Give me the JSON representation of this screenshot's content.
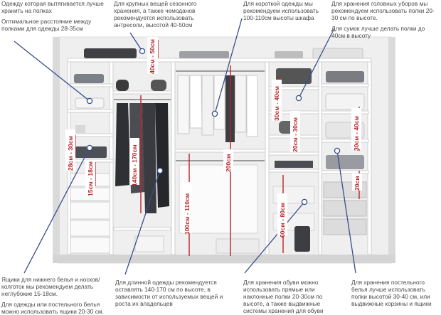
{
  "notes": {
    "top_left": [
      "Одежду которая вытягивается лучше хранить на полках",
      "Оптимальное расстояние между полками для одежды 28-35см"
    ],
    "top_center_left": "Для крупных вещей сезонного хранения, а также чемоданов рекомендуется использовать антресоли, высотой 40-50см",
    "top_center": "Для короткой одежды мы рекомендуем использовать 100-110см высоты шкафа",
    "top_right": [
      "Для хранения головных уборов мы рекомендуем использовать полки 20-30 см по высоте.",
      "Для сумок лучше делать полки до 40см в высоту"
    ],
    "bottom_left": [
      "Ящики для нижнего белья и носков/колготок мы рекомендуем делать неглубокие 15-18см.",
      "Для одежды или постельного белья можно использовать ящики 20-30 см."
    ],
    "bottom_center_left": "Для длинной одежды рекомендуется оставлять 140-170 см по высоте, в зависимости от используемых вещей и роста их владельцев",
    "bottom_center_right": "Для хранения обуви можно использовать прямые или наклонные полки 20-30см по высоте, а также выдвижные системы хранения для обуви",
    "bottom_right": "Для хранения постельного белья лучше использовать полки высотой 30-40 см, или выдвижные корзины и ящики"
  },
  "dimensions": {
    "mezzanine": "40см - 50см",
    "shelves_left": "28см - 30см",
    "drawers": "15см - 18см",
    "long_hanging": "140см - 170см",
    "full_height": "200см",
    "short_hanging": "100см - 110см",
    "shelf_center_upper": "30см - 40см",
    "shelf_center_mid": "20см - 30см",
    "shoes": "60см - 80см",
    "shelf_right_upper": "30см - 40см",
    "shelf_right_lower": "20см"
  },
  "colors": {
    "dimension_red": "#b8242a",
    "leader_blue": "#3a4d8c",
    "cabinet": "#f1f1f1"
  }
}
